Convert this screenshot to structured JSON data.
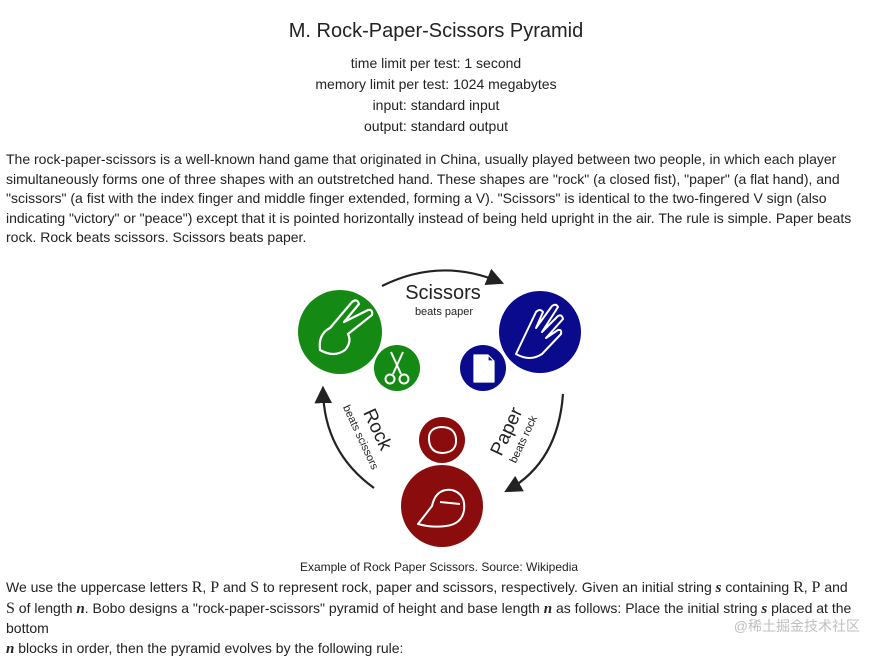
{
  "problem": {
    "title": "M. Rock-Paper-Scissors Pyramid",
    "time_limit": "time limit per test: 1 second",
    "memory_limit": "memory limit per test: 1024 megabytes",
    "input": "input: standard input",
    "output": "output: standard output"
  },
  "statement": {
    "p1": "The rock-paper-scissors is a well-known hand game that originated in China, usually played between two people, in which each player simultaneously forms one of three shapes with an outstretched hand. These shapes are \"rock\" (a closed fist), \"paper\" (a flat hand), and \"scissors\" (a fist with the index finger and middle finger extended, forming a V). \"Scissors\" is identical to the two-fingered V sign (also indicating \"victory\" or \"peace\") except that it is pointed horizontally instead of being held upright in the air. The rule is simple. Paper beats rock. Rock beats scissors. Scissors beats paper.",
    "caption": "Example of Rock Paper Scissors. Source: Wikipedia",
    "p2": {
      "t1": "We use the uppercase letters ",
      "R": "R",
      "c1": ", ",
      "P": "P",
      "t2": " and ",
      "S": "S",
      "t3": " to represent rock, paper and scissors, respectively. Given an initial string ",
      "s": "s",
      "t4": " containing ",
      "R2": "R",
      "c2": ", ",
      "P2": "P",
      "t5": " and ",
      "S2": "S",
      "t6": " of length ",
      "n": "n",
      "t7": ". Bobo designs a \"rock-paper-scissors\" pyramid of height and base length ",
      "n2": "n",
      "t8": " as follows: Place the initial string ",
      "s2": "s",
      "t9": " placed at the bottom ",
      "n3": "n",
      "t10": " blocks in order, then the pyramid evolves by the following rule:"
    }
  },
  "diagram": {
    "scissors_label": "Scissors",
    "scissors_sub": "beats paper",
    "paper_label": "Paper",
    "paper_sub": "beats rock",
    "rock_label": "Rock",
    "rock_sub": "beats scissors",
    "colors": {
      "scissors": "#148a14",
      "paper": "#0a0a8c",
      "rock": "#8a0c0c"
    }
  },
  "watermark": "@稀土掘金技术社区"
}
